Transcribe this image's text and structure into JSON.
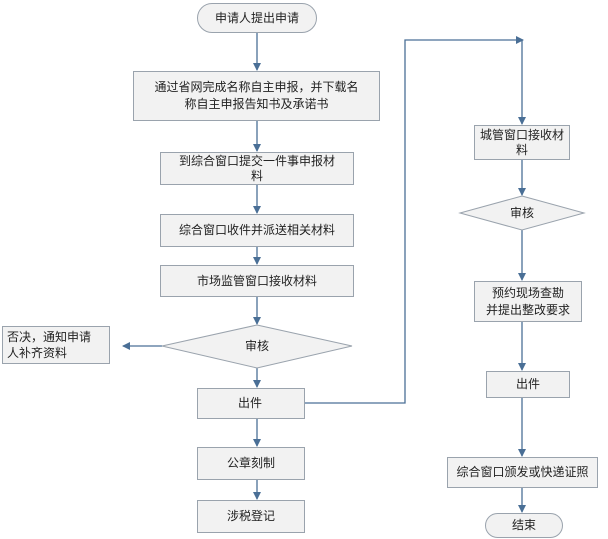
{
  "flow": {
    "start": "申请人提出申请",
    "step_online_line1": "通过省网完成名称自主申报，并下载名",
    "step_online_line2": "称自主申报告知书及承诺书",
    "step_submit_line1": "到综合窗口提交一件事申报材",
    "step_submit_line2": "料",
    "step_dispatch": "综合窗口收件并派送相关材料",
    "step_market_receive": "市场监管窗口接收材料",
    "decision_review": "审核",
    "rejected_line1": "否决，通知申请",
    "rejected_line2": "人补齐资料",
    "step_issue": "出件",
    "step_seal": "公章刻制",
    "step_tax": "涉税登记",
    "step_city_receive_line1": "城管窗口接收材",
    "step_city_receive_line2": "料",
    "decision_city_review": "审核",
    "step_inspect_line1": "预约现场查勘",
    "step_inspect_line2": "并提出整改要求",
    "step_city_issue": "出件",
    "step_deliver": "综合窗口颁发或快递证照",
    "end": "结束"
  },
  "colors": {
    "line": "#4a6f96",
    "box_fill": "#f2f2f2",
    "box_border": "#9aa3ad"
  }
}
